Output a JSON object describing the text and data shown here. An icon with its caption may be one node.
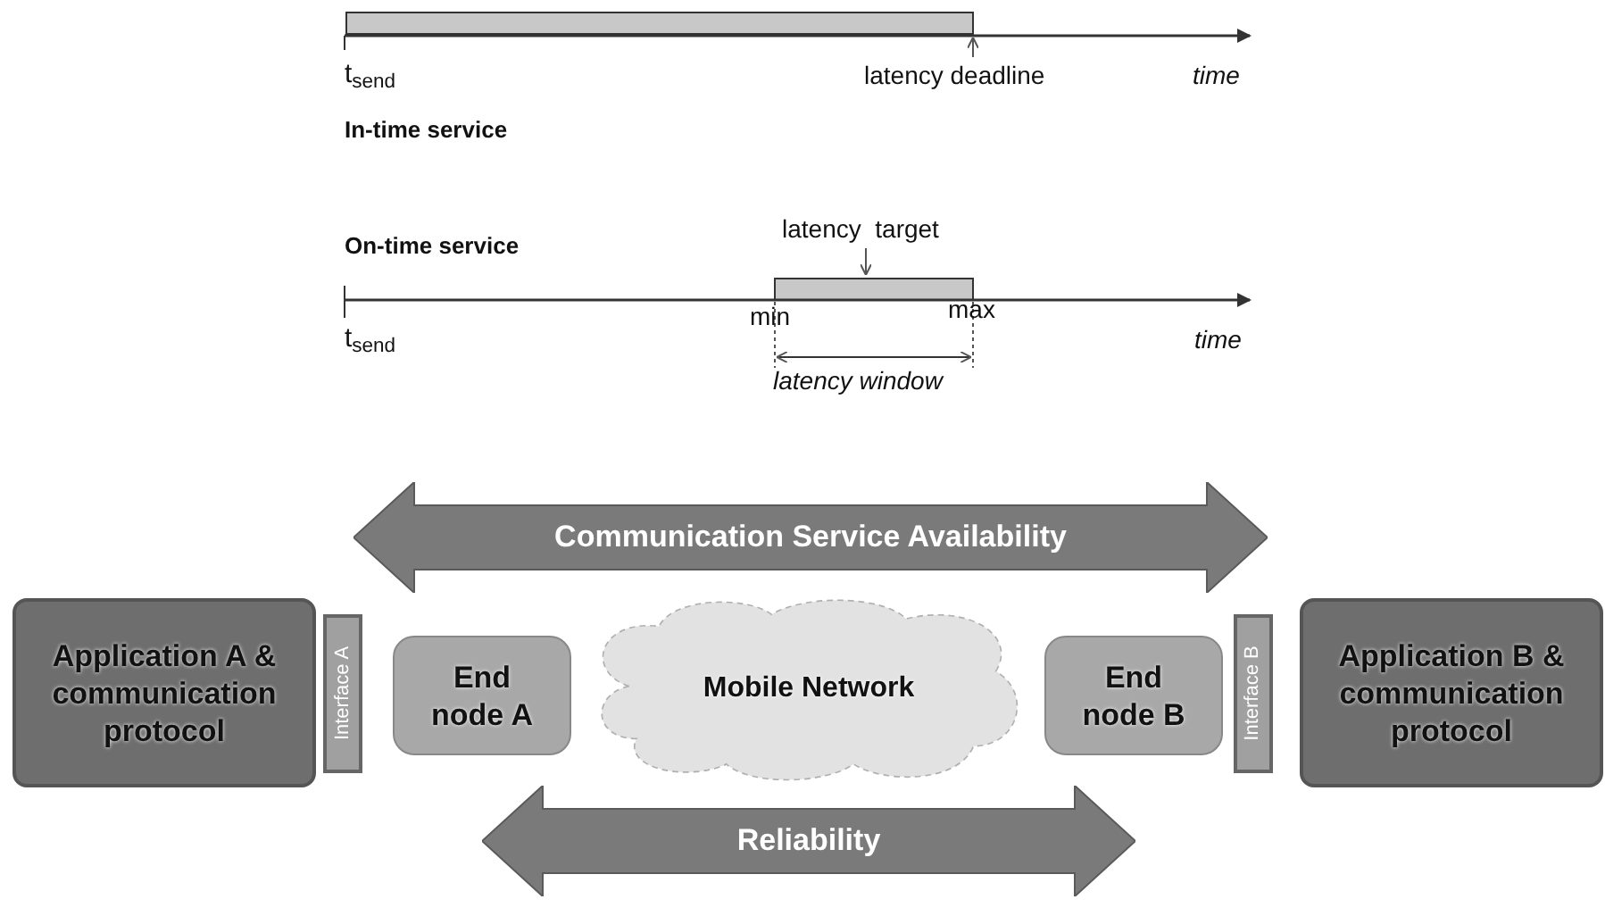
{
  "diagram": {
    "nodes": [
      {
        "text": [
          "Communication Service Availability"
        ]
      },
      {
        "text": [
          "Application A & communication protocol"
        ]
      },
      {
        "text": [
          "Interface A"
        ]
      },
      {
        "text": [
          "End node A"
        ]
      },
      {
        "text": [
          "Mobile Network"
        ]
      },
      {
        "text": [
          "End node B"
        ]
      },
      {
        "text": [
          "Interface B"
        ]
      },
      {
        "text": [
          "Application B & communication protocol"
        ]
      },
      {
        "text": [
          "Reliability"
        ]
      }
    ],
    "labels": [
      "t$_{send}$",
      "latency deadline",
      "time",
      "In-time service",
      "On-time service",
      "latency  target",
      "min",
      "max",
      "t$_{send}$",
      "time",
      "latency window"
    ]
  }
}
